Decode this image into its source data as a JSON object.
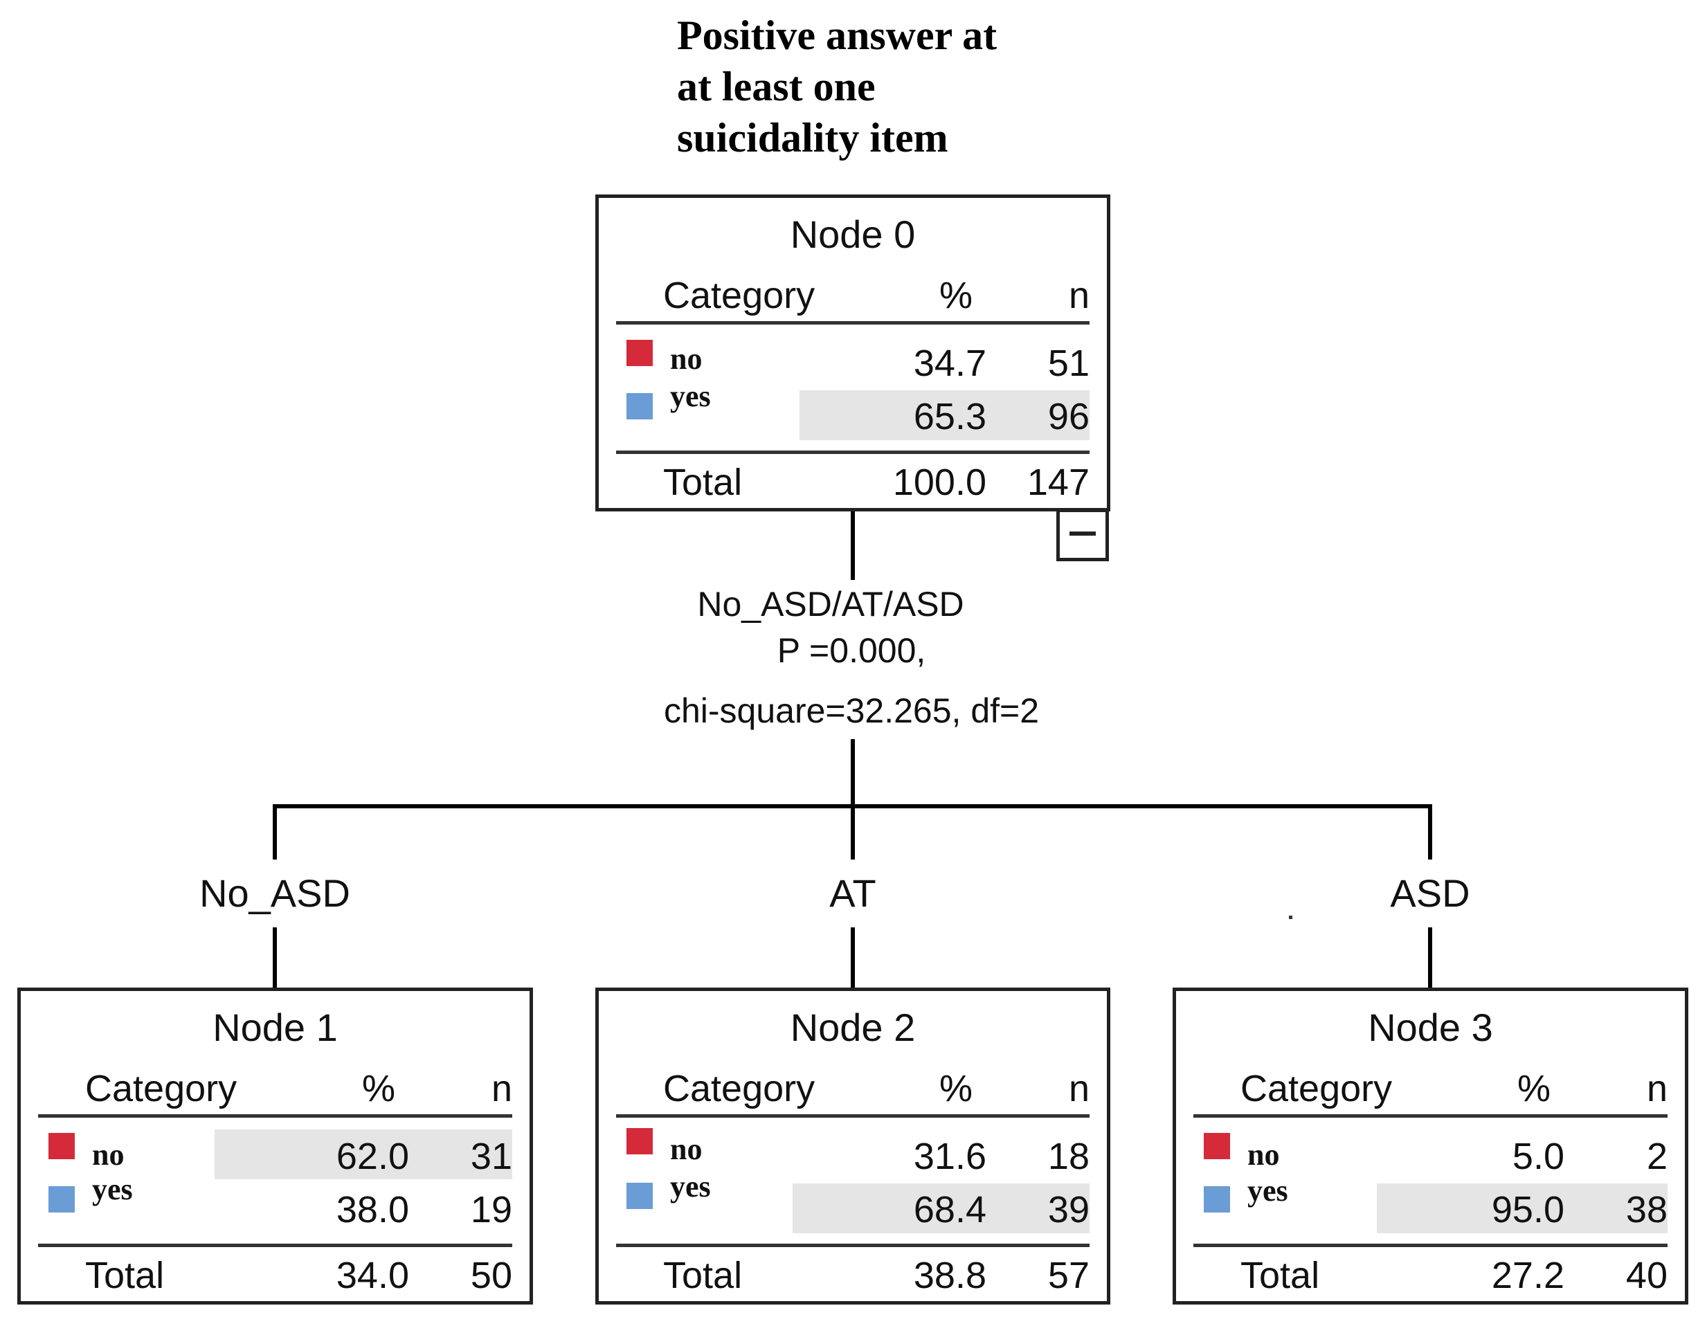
{
  "title_lines": [
    "Positive answer at",
    "at least one",
    "suicidality item"
  ],
  "headers": {
    "category": "Category",
    "percent": "%",
    "count": "n"
  },
  "colors": {
    "no": "#d42a3a",
    "yes": "#6a9cd5"
  },
  "split": {
    "variable": "No_ASD/AT/ASD",
    "p_value": "P =0.000,",
    "stats": "chi-square=32.265, df=2"
  },
  "nodes": [
    {
      "title": "Node 0",
      "no_label": "no",
      "no_pct": "34.7",
      "no_n": "51",
      "yes_label": "yes",
      "yes_pct": "65.3",
      "yes_n": "96",
      "total_label": "Total",
      "total_pct": "100.0",
      "total_n": "147"
    },
    {
      "title": "Node 1",
      "branch": "No_ASD",
      "no_label": "no",
      "no_pct": "62.0",
      "no_n": "31",
      "yes_label": "yes",
      "yes_pct": "38.0",
      "yes_n": "19",
      "total_label": "Total",
      "total_pct": "34.0",
      "total_n": "50"
    },
    {
      "title": "Node  2",
      "branch": "AT",
      "no_label": "no",
      "no_pct": "31.6",
      "no_n": "18",
      "yes_label": "yes",
      "yes_pct": "68.4",
      "yes_n": "39",
      "total_label": "Total",
      "total_pct": "38.8",
      "total_n": "57"
    },
    {
      "title": "Node 3",
      "branch": "ASD",
      "no_label": "no",
      "no_pct": "5.0",
      "no_n": "2",
      "yes_label": "yes",
      "yes_pct": "95.0",
      "yes_n": "38",
      "total_label": "Total",
      "total_pct": "27.2",
      "total_n": "40"
    }
  ]
}
